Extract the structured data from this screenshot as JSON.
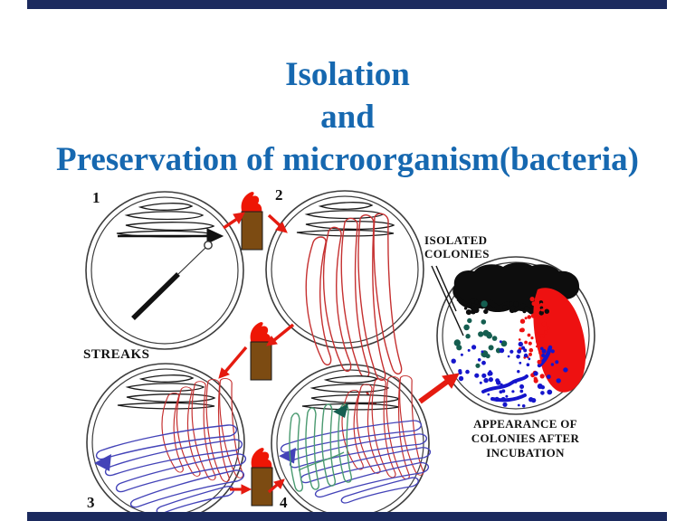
{
  "slide": {
    "title_lines": [
      "Isolation",
      "and",
      "Preservation of microorganism(bacteria)"
    ]
  },
  "diagram": {
    "step_labels": [
      "1",
      "2",
      "3",
      "4"
    ],
    "streaks_label": "STREAKS",
    "isolated_colonies_lines": [
      "ISOLATED",
      "COLONIES"
    ],
    "appearance_lines": [
      "APPEARANCE OF",
      "COLONIES AFTER",
      "INCUBATION"
    ]
  },
  "colors": {
    "title_blue": "#1668b0",
    "bar_navy": "#1b2a5e",
    "streak_black": "#1a1a1a",
    "streak_red": "#c53030",
    "streak_blue": "#4343b8",
    "streak_green": "#4a9a70",
    "colony_black": "#0d0d0d",
    "colony_red": "#ee1111",
    "colony_blue": "#1515cc",
    "colony_teal": "#155e50",
    "arrow_red": "#e51b10",
    "flame_red": "#ee1605",
    "burner_brown": "#7c4b12"
  }
}
